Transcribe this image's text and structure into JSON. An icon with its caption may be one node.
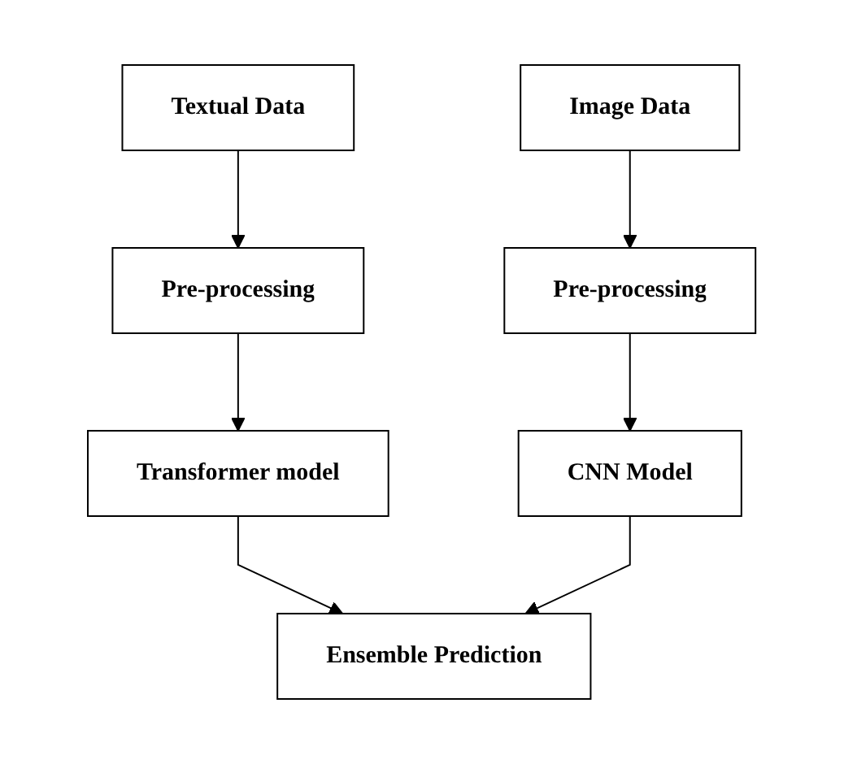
{
  "diagram": {
    "nodes": [
      {
        "text": [
          "Textual Data"
        ]
      },
      {
        "text": [
          "Image Data"
        ]
      },
      {
        "text": [
          "Pre-processing"
        ]
      },
      {
        "text": [
          "Pre-processing"
        ]
      },
      {
        "text": [
          "Transformer model"
        ]
      },
      {
        "text": [
          "CNN Model"
        ]
      },
      {
        "text": [
          "Ensemble Prediction"
        ]
      }
    ],
    "edges": [
      {
        "from": 0,
        "to": 2,
        "arrow": "to"
      },
      {
        "from": 1,
        "to": 3,
        "arrow": "to"
      },
      {
        "from": 2,
        "to": 4,
        "arrow": "to"
      },
      {
        "from": 3,
        "to": 5,
        "arrow": "to"
      },
      {
        "from": 4,
        "to": 6,
        "arrow": "to"
      },
      {
        "from": 5,
        "to": 6,
        "arrow": "to"
      }
    ]
  }
}
